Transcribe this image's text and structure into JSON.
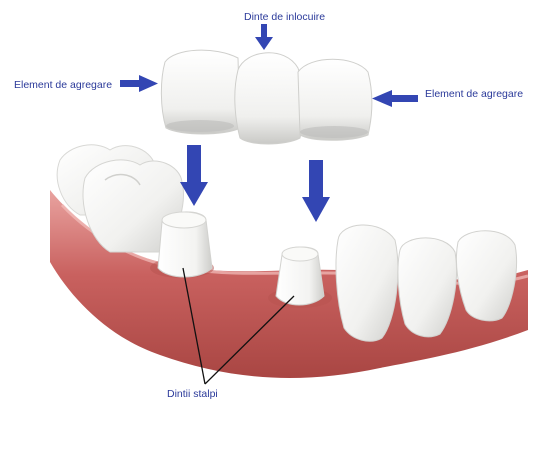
{
  "labels": {
    "replacement_tooth": "Dinte de  inlocuire",
    "abutment_left": "Element de agregare",
    "abutment_right": "Element de agregare",
    "abutment_teeth": "Dintii stalpi"
  },
  "colors": {
    "arrow": "#3346b3",
    "label_text": "#2b3a9a",
    "gum": "#c9615f",
    "gum_light": "#e59592",
    "tooth": "#f4f4f2",
    "tooth_shadow": "#cfcfcd"
  }
}
